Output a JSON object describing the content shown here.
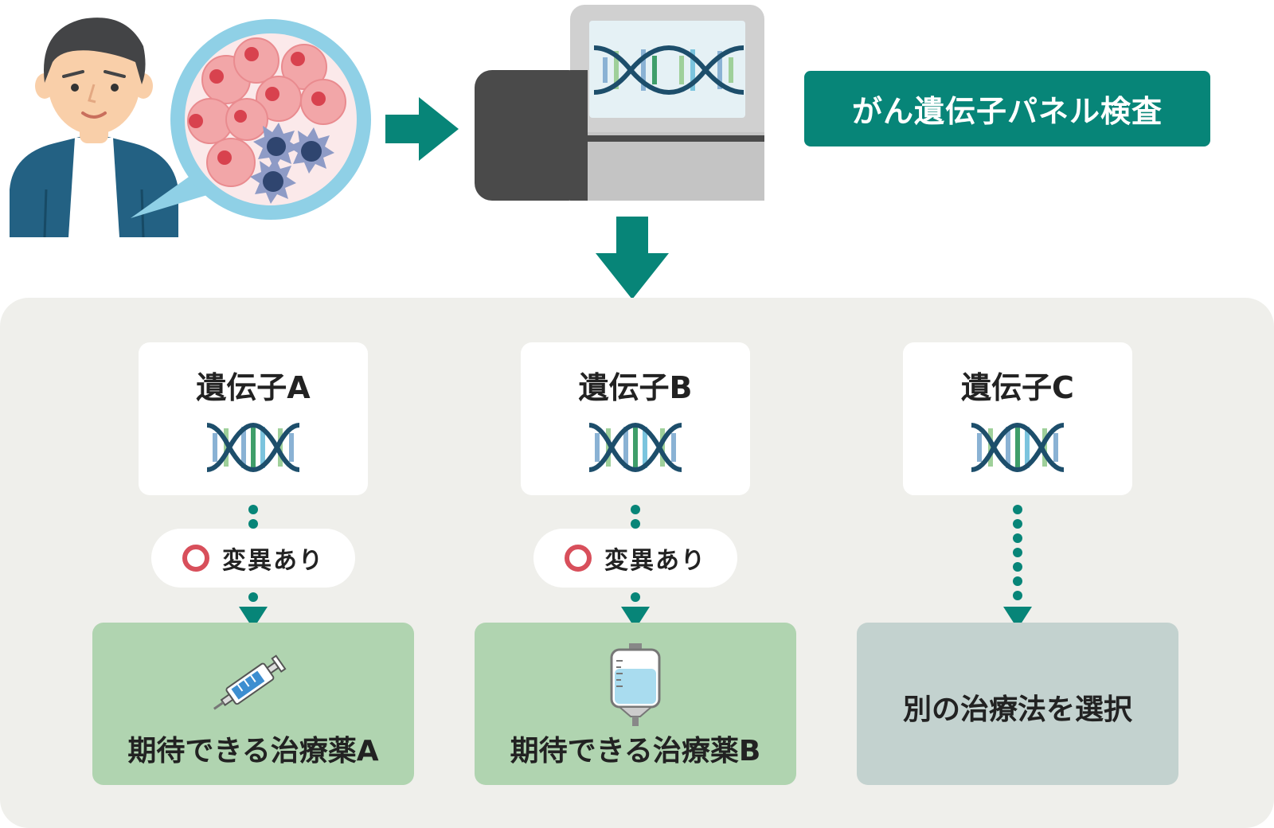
{
  "header": {
    "test_label": "がん遺伝子パネル検査"
  },
  "genes": [
    {
      "label": "遺伝子A",
      "status": "変異あり",
      "result": "期待できる治療薬A"
    },
    {
      "label": "遺伝子B",
      "status": "変異あり",
      "result": "期待できる治療薬B"
    },
    {
      "label": "遺伝子C",
      "status": "",
      "result": "別の治療法を選択"
    }
  ],
  "icons": {
    "patient": "patient-icon",
    "cells": "tumor-cells-icon",
    "sequencer": "sequencer-icon",
    "dna": "dna-icon",
    "syringe": "syringe-icon",
    "iv_bag": "iv-bag-icon"
  },
  "colors": {
    "teal": "#078578",
    "background": "#efefeb",
    "result_match": "#b0d4b0",
    "result_other": "#c3d2cf",
    "mutation_marker": "#d84f5b"
  }
}
